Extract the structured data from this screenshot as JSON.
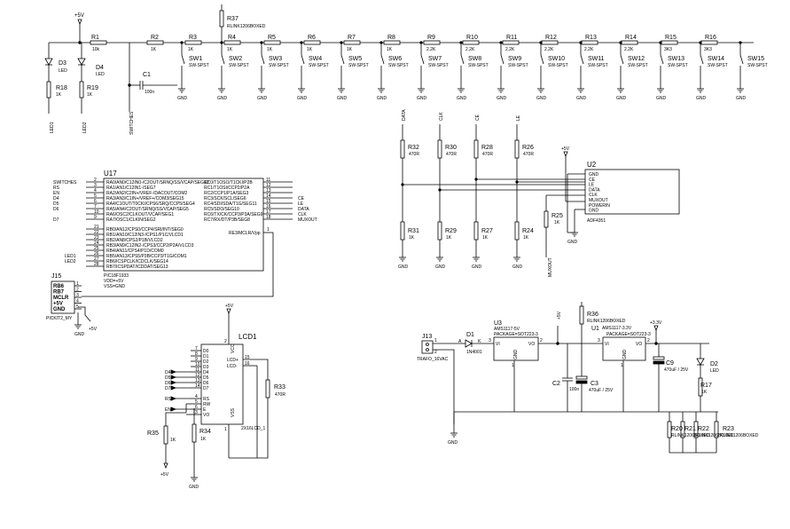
{
  "labels": {
    "p5v_top": "+5V",
    "r1": "R1",
    "r1_val": "10k",
    "r2": "R2",
    "r2_val": "1K",
    "r37": "R37",
    "r37_val": "RLINK1206BOXED",
    "d3": "D3",
    "d3_type": "LED",
    "d4": "D4",
    "d4_type": "LED",
    "r18": "R18",
    "r18_val": "1K",
    "r19": "R19",
    "r19_val": "1K",
    "led1_net": "LED1",
    "led2_net": "LED2",
    "c1": "C1",
    "c1_val": "100n",
    "switches_net": "SWITCHES",
    "sw_type": "SW-SPST",
    "gnd": "GND"
  },
  "ladder_r": [
    {
      "name": "R3",
      "val": "1K"
    },
    {
      "name": "R4",
      "val": "1K"
    },
    {
      "name": "R5",
      "val": "1K"
    },
    {
      "name": "R6",
      "val": "1K"
    },
    {
      "name": "R7",
      "val": "1K"
    },
    {
      "name": "R8",
      "val": "1K"
    },
    {
      "name": "R9",
      "val": "2.2K"
    },
    {
      "name": "R10",
      "val": "2.2K"
    },
    {
      "name": "R11",
      "val": "2.2K"
    },
    {
      "name": "R12",
      "val": "2.2K"
    },
    {
      "name": "R13",
      "val": "2.2K"
    },
    {
      "name": "R14",
      "val": "2.2K"
    },
    {
      "name": "R15",
      "val": "3K3"
    },
    {
      "name": "R16",
      "val": "3K3"
    }
  ],
  "switches": [
    "SW1",
    "SW2",
    "SW3",
    "SW4",
    "SW5",
    "SW6",
    "SW7",
    "SW8",
    "SW9",
    "SW10",
    "SW11",
    "SW12",
    "SW13",
    "SW14",
    "SW15"
  ],
  "u17": {
    "name": "U17",
    "part": "PIC18F1933",
    "vdd": "VDD=+5V",
    "vss": "VSS=GND",
    "left_nets": [
      "SWITCHES",
      "RS",
      "EN",
      "D4",
      "D5",
      "D6",
      "",
      "D7"
    ],
    "left_pins": [
      "2",
      "3",
      "4",
      "5",
      "6",
      "7",
      "10",
      "9"
    ],
    "left_fns": [
      "RA0/AN0/C12IN0-/C2OUT/SRNQ/SS/VCAP/SEG12",
      "RA1/AN1/C12IN1-/SEG7",
      "RA2/AN2/C2IN+/VREF-/DACOUT/COM2",
      "RA3/AN3/C1IN+/VREF+/COM3/SEG15",
      "RA4/C1OUT/T0CKI/CPS6/SRQ/CCP5/SEG4",
      "RA5/AN4/C2OUT/SRNQ/SS/VCAP/SEG5",
      "RA6/OSC2/CLKOUT/VCAP/SEG1",
      "RA7/OSC1/CLKIN/SEG2"
    ],
    "bot_pins": [
      "21",
      "22",
      "23",
      "24",
      "25",
      "26",
      "27",
      "28"
    ],
    "bot_fns": [
      "RB0/AN12/CPS0/CCP4/SRI/INT/SEG0",
      "RB1/AN10/C12IN3-/CPS1/P1C/VLCD1",
      "RB2/AN8/CPS2/P1B/VLCD2",
      "RB3/AN9/C12IN2-/CPS3/CCP2/P2A/VLCD3",
      "RB4/AN11/CPS4/P1D/COM0",
      "RB5/AN13/CPS5/P3B/CCP3/T1G/COM1",
      "RB6/ICSPCLK/ICDCLK/SEG14",
      "RB7/ICSPDAT/ICDDAT/SEG13"
    ],
    "bot_nets": [
      "",
      "",
      "",
      "",
      "",
      "LED1",
      "LED2",
      ""
    ],
    "right_pins": [
      "11",
      "12",
      "13",
      "14",
      "15",
      "16",
      "17",
      "18"
    ],
    "right_fns": [
      "RC0/T1OSO/T1CKI/P2B",
      "RC1/T1OSI/CCP2/P2A",
      "RC2/CCP1/P1A/SEG3",
      "RC3/SCK/SCL/SEG6",
      "RC4/SDI/SDA/T1G/SEG11",
      "RC5/SDO/SEG10",
      "RC6/TX/CK/CCP3/P3A/SEG9",
      "RC7/RX/DT/P3B/SEG8"
    ],
    "right_nets": [
      "",
      "",
      "",
      "CE",
      "LE",
      "DATA",
      "CLK",
      "MUXOUT"
    ],
    "mclr_fn": "RE3/MCLR/Vpp",
    "mclr_pin": "1"
  },
  "j15": {
    "name": "J15",
    "part": "PICKIT2_MY",
    "pins": [
      "RB6",
      "RB7",
      "MCLR",
      "+5V",
      "GND"
    ],
    "pin_nums": [
      "1",
      "2",
      "3",
      "4",
      "5"
    ],
    "p5v": "+5V",
    "gnd": "GND"
  },
  "u2": {
    "name": "U2",
    "part": "ADF4351",
    "p5v": "+5V",
    "pins": [
      "GND",
      "CE",
      "LE",
      "DATA",
      "CLK",
      "MUXOUT",
      "POWERIN",
      "GND"
    ],
    "top_nets": [
      "DATA",
      "CLK",
      "CE",
      "LE"
    ],
    "pullups": [
      {
        "name": "R32",
        "val": "470R"
      },
      {
        "name": "R30",
        "val": "470R"
      },
      {
        "name": "R28",
        "val": "470R"
      },
      {
        "name": "R26",
        "val": "470R"
      }
    ],
    "pulldowns": [
      {
        "name": "R31",
        "val": "1K"
      },
      {
        "name": "R29",
        "val": "1K"
      },
      {
        "name": "R27",
        "val": "1K"
      },
      {
        "name": "R24",
        "val": "1K"
      }
    ],
    "r25": "R25",
    "r25_val": "1K",
    "muxout": "MUXOUT"
  },
  "lcd": {
    "name": "LCD1",
    "part": "2X16LCD_1",
    "p5v": "+5V",
    "pins_left": [
      "D0",
      "D1",
      "D2",
      "D3",
      "D4",
      "D5",
      "D6",
      "D7",
      "RS",
      "RW",
      "E",
      "VO"
    ],
    "pins_left_num": [
      "7",
      "8",
      "9",
      "10",
      "11",
      "12",
      "13",
      "14",
      "4",
      "5",
      "6",
      "3"
    ],
    "nets_left": [
      "D4",
      "D5",
      "D6",
      "D7",
      "RS",
      "EN"
    ],
    "pins_right": [
      "LCD+",
      "LCD-"
    ],
    "pins_right_num": [
      "15",
      "16"
    ],
    "vcc": "VCC",
    "vss": "VSS",
    "vcc_pin": "2",
    "vss_pin": "1",
    "r33": "R33",
    "r33_val": "470R",
    "r34": "R34",
    "r34_val": "1K",
    "r35": "R35",
    "r35_val": "1K",
    "p5v_b": "+5V"
  },
  "power": {
    "j13": "J13",
    "j13_part": "TRAFO_16VAC",
    "j13_pins": [
      "1",
      "2"
    ],
    "d1": "D1",
    "d1_part": "1N4001",
    "d1_a": "A",
    "d1_k": "K",
    "u3": "U3",
    "u3_part": "AMS1117-5V",
    "u3_pkg": "PACKAGE=SOT223-3",
    "vi": "VI",
    "vo": "VO",
    "gnd": "GND",
    "u3_pins": [
      "3",
      "2",
      "1"
    ],
    "p5v": "+5V",
    "r36": "R36",
    "r36_val": "RLINK1206BOXED",
    "u1": "U1",
    "u1_part": "AMS1117-3.3V",
    "u1_pkg": "PACKAGE=SOT223-3",
    "u1_pins": [
      "3",
      "2",
      "1"
    ],
    "p33v": "+3.3V",
    "c2": "C2",
    "c2_val": "100n",
    "c3": "C3",
    "c3_val": "470uF / 25V",
    "c9": "C9",
    "c9_val": "470uF / 25V",
    "d2": "D2",
    "d2_type": "LED",
    "r17": "R17",
    "r17_val": "1K",
    "r20": "R20",
    "r21": "R21",
    "r22": "R22",
    "r23": "R23",
    "rlink": "RLINK1206BOXED"
  }
}
